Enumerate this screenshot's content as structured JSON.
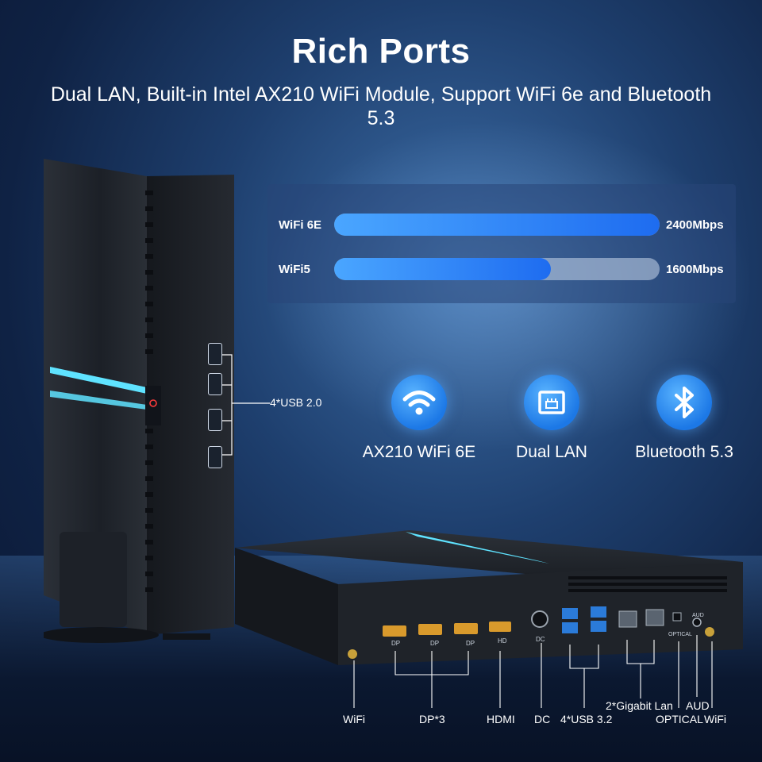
{
  "header": {
    "title": "Rich Ports",
    "subtitle": "Dual LAN, Built-in Intel AX210 WiFi Module, Support WiFi 6e and Bluetooth 5.3"
  },
  "speed_comparison": {
    "rows": [
      {
        "label": "WiFi 6E",
        "value_text": "2400Mbps",
        "fill_fraction": 1.0
      },
      {
        "label": "WiFi5",
        "value_text": "1600Mbps",
        "fill_fraction": 0.667
      }
    ]
  },
  "features": [
    {
      "icon": "wifi-icon",
      "label": "AX210 WiFi 6E"
    },
    {
      "icon": "ethernet-icon",
      "label": "Dual LAN"
    },
    {
      "icon": "bluetooth-icon",
      "label": "Bluetooth 5.3"
    }
  ],
  "tower": {
    "usb_callout": "4*USB 2.0",
    "usb_port_count": 4,
    "accent_color": "#5fe3ff"
  },
  "rear_panel": {
    "port_markings": {
      "dp": "DP",
      "hd": "HD",
      "dc": "DC",
      "optical": "OPTICAL",
      "aud": "AUD"
    },
    "labels": [
      "WiFi",
      "DP*3",
      "HDMI",
      "DC",
      "4*USB 3.2",
      "2*Gigabit Lan",
      "AUD",
      "OPTICAL",
      "WiFi"
    ]
  },
  "colors": {
    "bar_fill": "#2f86f6",
    "icon_blue": "#1c78e6",
    "led_cyan": "#5fe3ff"
  }
}
